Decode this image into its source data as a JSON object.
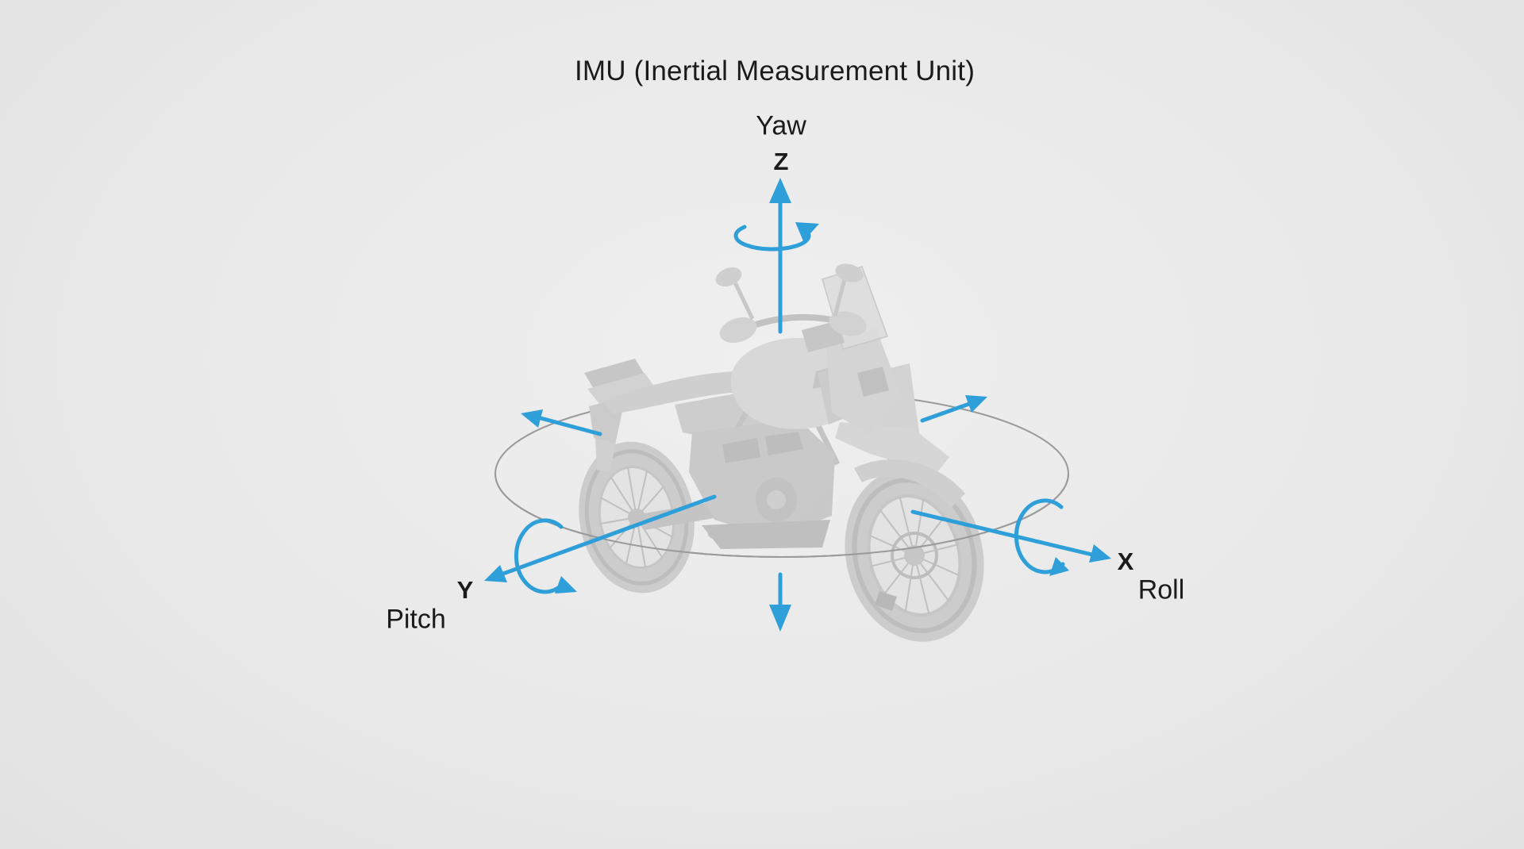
{
  "diagram": {
    "title": "IMU (Inertial Measurement Unit)",
    "yaw": {
      "word": "Yaw",
      "axis_letter": "Z"
    },
    "pitch": {
      "word": "Pitch",
      "axis_letter": "Y"
    },
    "roll": {
      "word": "Roll",
      "axis_letter": "X"
    }
  },
  "colors": {
    "background": "#e9e9e9",
    "accent": "#2e9fd8",
    "text": "#1b1b1b",
    "orbit": "#9a9a9a"
  }
}
